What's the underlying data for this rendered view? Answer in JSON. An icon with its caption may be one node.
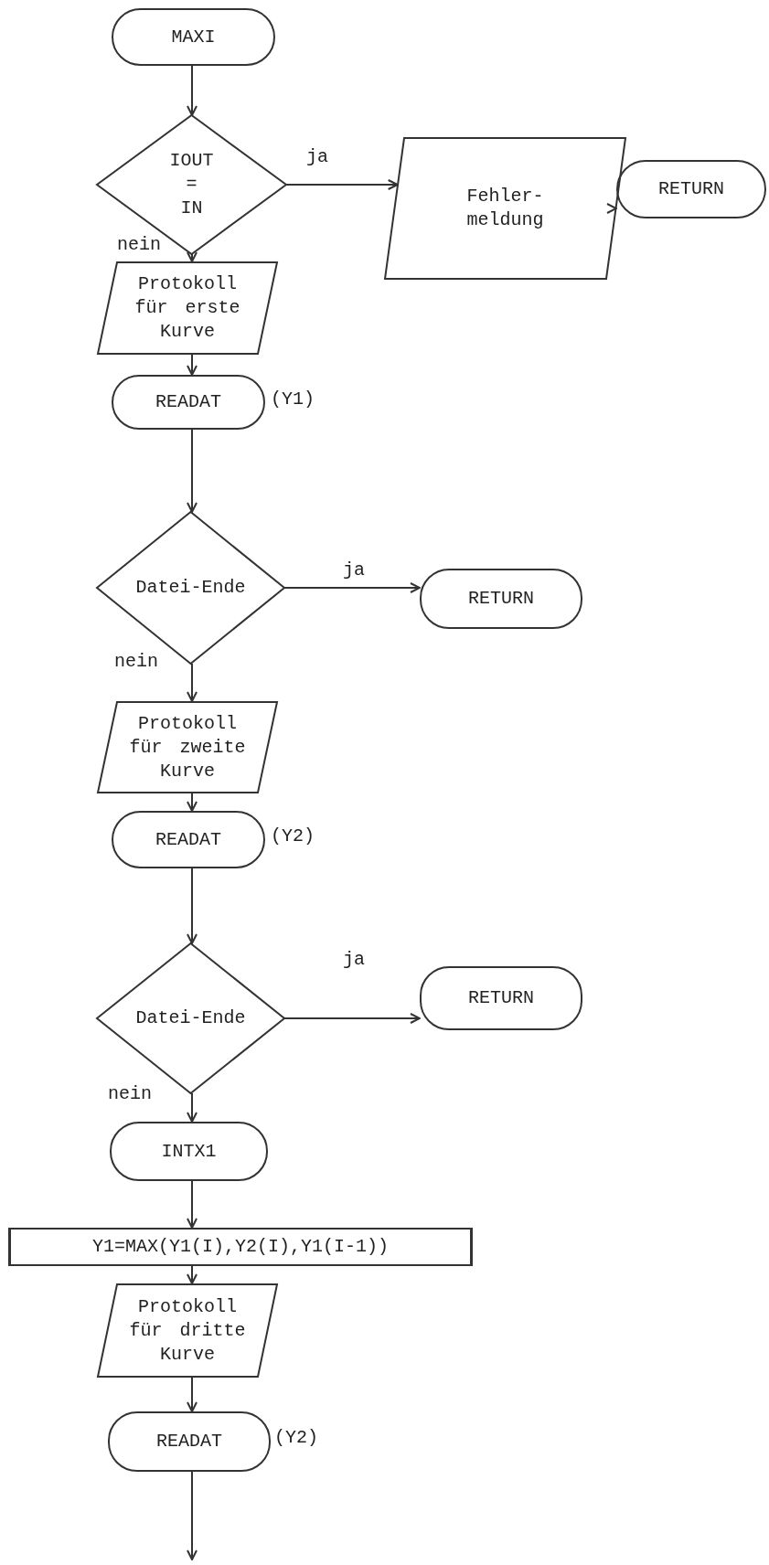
{
  "diagram": {
    "nodes": [
      {
        "text": [
          "MAXI"
        ]
      },
      {
        "text": [
          "IOUT = IN"
        ]
      },
      {
        "text": [
          "Fehler- meldung"
        ]
      },
      {
        "text": [
          "RETURN"
        ]
      },
      {
        "text": [
          "Protokoll für erste Kurve"
        ]
      },
      {
        "text": [
          "READAT"
        ],
        "beside": [
          "(Y1)"
        ]
      },
      {
        "text": [
          "Datei-Ende"
        ]
      },
      {
        "text": [
          "RETURN"
        ]
      },
      {
        "text": [
          "Protokoll für zweite Kurve"
        ]
      },
      {
        "text": [
          "READAT"
        ],
        "beside": [
          "(Y2)"
        ]
      },
      {
        "text": [
          "Datei-Ende"
        ]
      },
      {
        "text": [
          "RETURN"
        ]
      },
      {
        "text": [
          "INTX1"
        ]
      },
      {
        "text": [
          "Y1=MAX(Y1(I),Y2(I),Y1(I-1))"
        ]
      },
      {
        "text": [
          "Protokoll für dritte Kurve"
        ]
      },
      {
        "text": [
          "READAT"
        ],
        "beside": [
          "(Y2)"
        ]
      }
    ],
    "edges": [
      {
        "from": 0,
        "to": 1,
        "arrow": "to"
      },
      {
        "from": 1,
        "to": 2,
        "arrow": "to",
        "label": "ja"
      },
      {
        "from": 2,
        "to": 3,
        "arrow": "to"
      },
      {
        "from": 1,
        "to": 4,
        "arrow": "to",
        "label": "nein"
      },
      {
        "from": 4,
        "to": 5,
        "arrow": "to"
      },
      {
        "from": 5,
        "to": 6,
        "arrow": "to"
      },
      {
        "from": 6,
        "to": 7,
        "arrow": "to",
        "label": "ja"
      },
      {
        "from": 6,
        "to": 8,
        "arrow": "to",
        "label": "nein"
      },
      {
        "from": 8,
        "to": 9,
        "arrow": "to"
      },
      {
        "from": 9,
        "to": 10,
        "arrow": "to"
      },
      {
        "from": 10,
        "to": 11,
        "arrow": "to",
        "label": "ja"
      },
      {
        "from": 10,
        "to": 12,
        "arrow": "to",
        "label": "nein"
      },
      {
        "from": 12,
        "to": 13,
        "arrow": "to"
      },
      {
        "from": 13,
        "to": 14,
        "arrow": "to"
      },
      {
        "from": 14,
        "to": 15,
        "arrow": "to"
      },
      {
        "from": 15,
        "to": null,
        "arrow": "to"
      }
    ]
  }
}
